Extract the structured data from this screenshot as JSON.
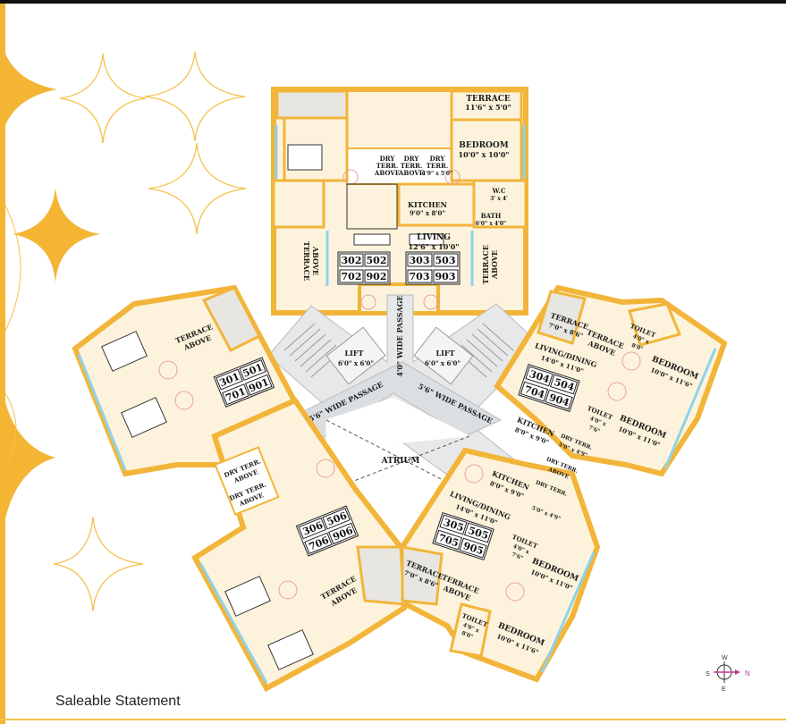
{
  "footer": {
    "caption": "Saleable Statement"
  },
  "compass": {
    "n": "N",
    "s": "S",
    "e": "E",
    "w": "W"
  },
  "colors": {
    "accent": "#f4b534",
    "wall": "#f2b53a",
    "room": "#fdf3dc",
    "core": "#e6e8ea",
    "window": "#8fd3e8"
  },
  "labels": {
    "terrace_top": "TERRACE",
    "terrace_top_dim": "11'6\" x 5'0\"",
    "bedroom_top": "BEDROOM",
    "bedroom_top_dim": "10'0\" x 10'0\"",
    "dry1": "DRY",
    "dry1b": "TERR.",
    "dry1c": "ABOVE",
    "dry2": "DRY",
    "dry2b": "TERR.",
    "dry2c": "ABOVE",
    "dry3": "DRY",
    "dry3b": "TERR.",
    "dry3c": "4'9\" x 5'0\"",
    "wc": "W.C",
    "wc_dim": "3' x 4'",
    "kitchen_top": "KITCHEN",
    "kitchen_top_dim": "9'0\" x 8'0\"",
    "bath": "BATH",
    "bath_dim": "6'0\" x 4'0\"",
    "living_top": "LIVING",
    "living_top_dim": "12'6\" x 10'0\"",
    "terrace_above_l": "TERRACE",
    "terrace_above_l2": "ABOVE",
    "terrace_above_r": "TERRACE",
    "terrace_above_r2": "ABOVE",
    "passage_v": "4'0\" WIDE PASSAGE",
    "lift_l": "LIFT",
    "lift_l_dim": "6'0\" x 6'0\"",
    "lift_r": "LIFT",
    "lift_r_dim": "6'0\" x 6'0\"",
    "passage_l": "5'6\" WIDE PASSAGE",
    "passage_r": "5'6\" WIDE PASSAGE",
    "atrium": "ATRIUM",
    "terrace_above_wl": "TERRACE",
    "terrace_above_wl2": "ABOVE",
    "dry_terr_w1": "DRY TERR.",
    "dry_terr_w1b": "ABOVE",
    "dry_terr_w2": "DRY TERR.",
    "dry_terr_w2b": "ABOVE",
    "terrace_above_sw": "TERRACE",
    "terrace_above_sw2": "ABOVE",
    "terrace_e": "TERRACE",
    "terrace_e_dim": "7'0\" x 8'6\"",
    "terrace_above_e": "TERRACE",
    "terrace_above_e2": "ABOVE",
    "toilet_e1": "TOILET",
    "toilet_e1_dim": "4'0\" x",
    "toilet_e1_dim2": "8'0\"",
    "bedroom_e1": "BEDROOM",
    "bedroom_e1_dim": "10'0\" x 11'6\"",
    "living_e": "LIVING/DINING",
    "living_e_dim": "14'0\" x 11'0\"",
    "toilet_e2": "TOILET",
    "toilet_e2_dim": "4'0\" x",
    "toilet_e2_dim2": "7'6\"",
    "bedroom_e2": "BEDROOM",
    "bedroom_e2_dim": "10'0\" x 11'0\"",
    "kitchen_e": "KITCHEN",
    "kitchen_e_dim": "8'0\" x 9'0\"",
    "dry_terr_e": "DRY TERR.",
    "dry_terr_e_dim": "5'0\" x 4'9\"",
    "kitchen_se": "KITCHEN",
    "kitchen_se_dim": "8'0\" x 9'0\"",
    "dry_terr_se1": "DRY TERR.",
    "dry_terr_se1b": "ABOVE",
    "dry_terr_se2": "DRY TERR.",
    "dry_terr_se2_dim": "5'0\" x 4'9\"",
    "living_se": "LIVING/DINING",
    "living_se_dim": "14'0\" x 11'0\"",
    "toilet_se1": "TOILET",
    "toilet_se1_dim": "4'0\" x",
    "toilet_se1_dim2": "7'6\"",
    "bedroom_se1": "BEDROOM",
    "bedroom_se1_dim": "10'0\" x 11'0\"",
    "terrace_se": "TERRACE",
    "terrace_se_dim": "7'0\" x 8'6\"",
    "terrace_above_se": "TERRACE",
    "terrace_above_se2": "ABOVE",
    "toilet_se2": "TOILET",
    "toilet_se2_dim": "4'0\" x",
    "toilet_se2_dim2": "8'0\"",
    "bedroom_se2": "BEDROOM",
    "bedroom_se2_dim": "10'0\" x 11'6\""
  },
  "unit_tables": {
    "north_left": [
      "302",
      "502",
      "702",
      "902"
    ],
    "north_right": [
      "303",
      "503",
      "703",
      "903"
    ],
    "west": [
      "301",
      "501",
      "701",
      "901"
    ],
    "east": [
      "304",
      "504",
      "704",
      "904"
    ],
    "southwest": [
      "306",
      "506",
      "706",
      "906"
    ],
    "southeast": [
      "305",
      "505",
      "705",
      "905"
    ]
  }
}
